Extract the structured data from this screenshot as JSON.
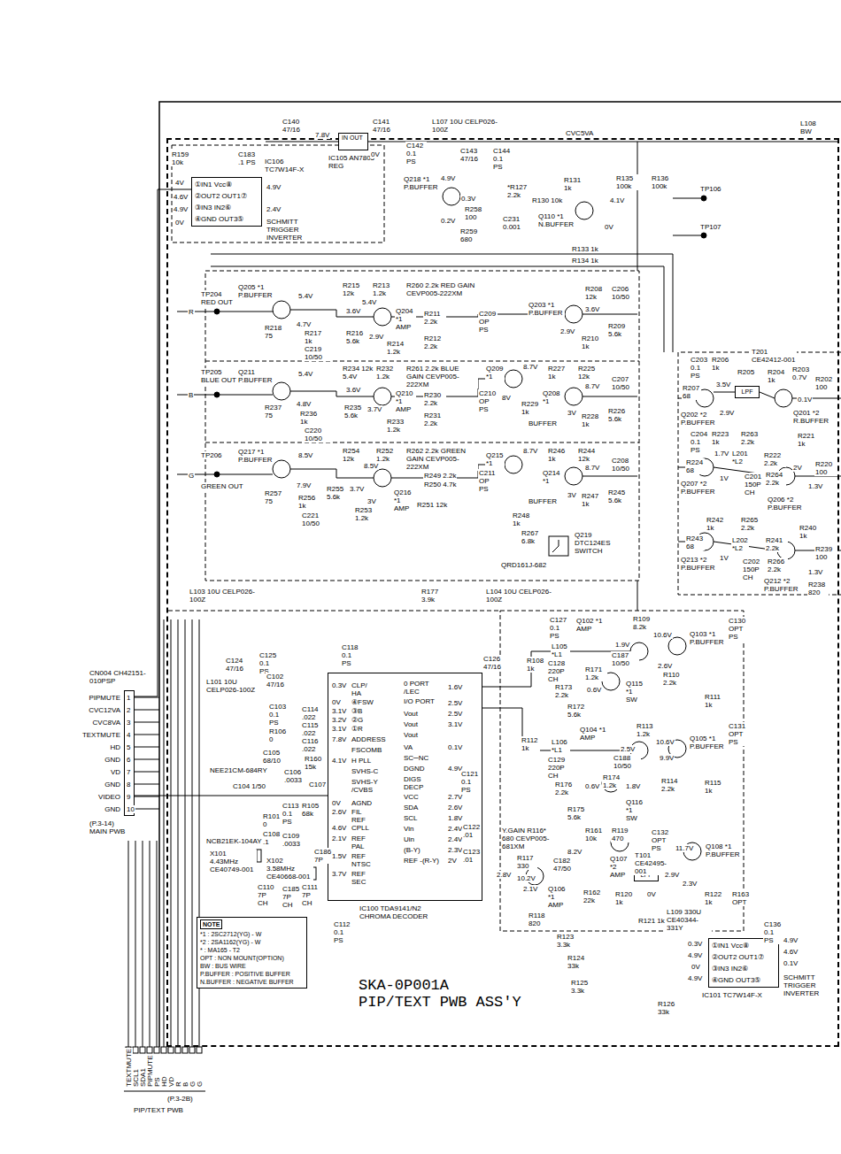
{
  "diagram": {
    "nodes": [
      {
        "text": [
          "SKA-0P001A PIP/TEXT PWB ASS'Y"
        ]
      },
      {
        "text": [
          "IN OUT",
          "IC105 AN7805 REG"
        ],
        "in": 0
      },
      {
        "text": [
          "①IN1 Vcc⑧",
          "②OUT2 OUT1⑦",
          "③IN3 IN2⑥",
          "④GND OUT3⑤",
          "IC106 TC7W14F-X",
          "SCHMITT TRIGGER INVERTER"
        ],
        "in": 0
      },
      {
        "text": [
          "LPF"
        ],
        "in": 0
      },
      {
        "text": [
          "IC100 TDA9141/N2 CHROMA DECODER"
        ],
        "in": 0
      },
      {
        "text": [
          "LPF"
        ],
        "in": 0
      },
      {
        "text": [
          "①IN1 Vcc⑧",
          "②OUT2 OUT1⑦",
          "③IN3 IN2⑥",
          "④GND OUT3⑤",
          "IC101 TC7W14F-X",
          "SCHMITT TRIGGER INVERTER"
        ],
        "in": 0
      },
      {
        "text": [
          "NOTE",
          "*1 : 2SC2712(YG) - W",
          "*2 : 2SA1162(YG) - W",
          "* : MA165 - T2",
          "OPT : NON MOUNT(OPTION)",
          "BW : BUS WIRE",
          "P.BUFFER : POSITIVE BUFFER",
          "N.BUFFER : NEGATIVE BUFFER"
        ],
        "in": 0
      },
      {
        "text": [
          "CN004 CH42151-010PSP"
        ]
      }
    ],
    "edges": [
      {
        "from": 8,
        "to": 2,
        "arrow": "none"
      },
      {
        "from": 8,
        "to": 4,
        "arrow": "none"
      }
    ],
    "labels": [
      "C140 47/16",
      "7.8V",
      "0V",
      "C141 47/16",
      "L107 10U CELP026-100Z",
      "C142 0.1 PS",
      "C143 47/16",
      "C144 0.1 PS",
      "CVC5VA",
      "L108 BW",
      "R159 10k",
      "C183 .1 PS",
      "4V",
      "4.9V",
      "4.6V",
      "4.9V",
      "2.4V",
      "0V",
      "Q218 *1 P.BUFFER",
      "4.9V",
      "0.3V",
      "0.2V",
      "R258 100",
      "R259 680",
      "*R127 2.2k",
      "C231 0.001",
      "R130 10k",
      "R131 1k",
      "R135 100k",
      "R136 100k",
      "Q110 *1 N.BUFFER",
      "4.1V",
      "0V",
      "TP106",
      "TP107",
      "R133 1k",
      "R134 1k",
      "TP204 RED OUT",
      "R",
      "Q205 *1 P.BUFFER",
      "5.4V",
      "4.7V",
      "R215 12k",
      "R213 1.2k",
      "5.4V",
      "R260 2.2k RED GAIN CEVP005-222XM",
      "Q204 *1 AMP",
      "3.6V",
      "R211 2.2k",
      "R218 75",
      "R217 1k",
      "R216 5.6k",
      "2.9V",
      "C219 10/50",
      "R214 1.2k",
      "R212 2.2k",
      "C209 OP PS",
      "Q203 *1 P.BUFFER",
      "R208 12k",
      "3.6V",
      "C206 10/50",
      "2.9V",
      "R209 5.6k",
      "R210 1k",
      "TP205 BLUE OUT",
      "B",
      "Q211 P.BUFFER",
      "5.4V",
      "4.8V",
      "R234 12k 5.4V",
      "R232 1.2k",
      "R261 2.2k BLUE GAIN CEVP005-222XM",
      "Q209 *1",
      "8.7V",
      "R227 1k",
      "R225 12k",
      "3.6V",
      "Q210 *1 AMP",
      "R230 2.2k",
      "R231 2.2k",
      "R237 75",
      "R236 1k",
      "R235 5.6k",
      "3.7V",
      "R233 1.2k",
      "C220 10/50",
      "C210 OP PS",
      "8V",
      "R229 1k",
      "Q208 *1",
      "8.7V",
      "C207 10/50",
      "BUFFER",
      "3V",
      "R228 1k",
      "R226 5.6k",
      "TP206",
      "G",
      "GREEN OUT",
      "Q217 *1 P.BUFFER",
      "8.5V",
      "R254 12k",
      "8.5V",
      "R252 1.2k",
      "R262 2.2k GREEN GAIN CEVP005-222XM",
      "R249 2.2k",
      "R250 4.7k",
      "Q215 *1",
      "8.7V",
      "R246 1k",
      "R244 12k",
      "8.7V",
      "C208 10/50",
      "7.9V",
      "R257 75",
      "R256 1k",
      "R255 5.6k",
      "3.7V",
      "Q216 *1 AMP",
      "3V",
      "R253 1.2k",
      "R251 12k",
      "C211 OP PS",
      "Q214 *1",
      "BUFFER",
      "3V",
      "R247 1k",
      "R245 5.6k",
      "R248 1k",
      "C221 10/50",
      "R267 6.8k",
      "Q219 DTC124ES SWITCH",
      "QRD161J-682",
      "C203 0.1 PS",
      "R206 1k",
      "T201 CE42412-001",
      "R205",
      "R204 1k",
      "R203 0.7V",
      "R202 100",
      "3.5V",
      "R207 68",
      "Q202 *2 P.BUFFER",
      "2.9V",
      "0.1V",
      "Q201 *2 R.BUFFER",
      "C204 0.1 PS",
      "R223 1k",
      "R263 2.2k",
      "R221 1k",
      "R224 68",
      "1.7V",
      "L201 *L2",
      "R222 2.2k",
      "Q207 *2 P.BUFFER",
      "1V",
      "C201 150P CH",
      "R264 2.2k",
      "2V",
      "R220 100",
      "1.3V",
      "Q206 *2 P.BUFFER",
      "R242 1k",
      "R265 2.2k",
      "R240 1k",
      "R243 68",
      "L202 *L2",
      "R241 2.2k",
      "Q213 *2 P.BUFFER",
      "1V",
      "C202 150P CH",
      "R266 2.2k",
      "R239 100",
      "1.3V",
      "Q212 *2 P.BUFFER",
      "R238 820",
      "R177 3.9k",
      "L104 10U CELP026-100Z",
      "L103 10U CELP026-100Z",
      "C124 47/16",
      "C125 0.1 PS",
      "L101 10U CELP026-100Z",
      "C102 47/16",
      "C118 0.1 PS",
      "C126 47/16",
      "C127 0.1 PS",
      "L105 *L1",
      "R108 1k",
      "C128 220P CH",
      "Q102 *1 AMP",
      "R109 8.2k",
      "10.6V",
      "Q103 *1 P.BUFFER",
      "C130 OPT PS",
      "1.9V",
      "C187 10/50",
      "2.6V",
      "R110 2.2k",
      "R173 2.2k",
      "0.6V",
      "R171 1.2k",
      "R172 5.6k",
      "Q115 *1 SW",
      "R111 1k",
      "C131 OPT PS",
      "R112 1k",
      "L106 *L1",
      "C129 220P CH",
      "Q104 *1 AMP",
      "R113 1.2k",
      "2.5V",
      "10.6V",
      "Q105 *1 P.BUFFER",
      "9.9V",
      "C188 10/50",
      "R176 2.2k",
      "0.6V",
      "R174 1.2k",
      "1.8V",
      "R114 2.2k",
      "R115 1k",
      "R175 5.6k",
      "Q116 *1 SW",
      "Y.GAIN R116* 680 CEVP005-681XM",
      "R161 10k",
      "R119 470",
      "C132 OPT PS",
      "11.7V",
      "Q108 *1 P.BUFFER",
      "8.2V",
      "C182 47/50",
      "Q107 *2 AMP",
      "T101 CE42495-001",
      "2.9V",
      "2.3V",
      "2.8V",
      "R117 330",
      "10.2V",
      "Q106 *1 AMP",
      "2.1V",
      "R162 22k",
      "R120 1k",
      "0V",
      "R122 1k",
      "R163 OPT",
      "R118 820",
      "L109 330U CE40344-331Y",
      "R121 1k",
      "C136 0.1 PS",
      "R123 3.3k",
      "R124 33k",
      "R125 3.3k",
      "R126 33k",
      "0.3V",
      "4.9V",
      "0V",
      "4.9V",
      "4.9V",
      "4.6V",
      "0.1V",
      "0.3V",
      "CLP/ HA",
      "0V",
      "④FSW",
      "3.1V",
      "③B",
      "3.2V",
      "②G",
      "3.1V",
      "①R",
      "7.8V",
      "ADDRESS",
      "FSCOMB",
      "4.1V",
      "H PLL",
      "SVHS-C",
      "SVHS-Y /CVBS",
      "0V",
      "AGND",
      "2.6V",
      "FIL REF",
      "4.6V",
      "CPLL",
      "2.1V",
      "REF PAL",
      "1.5V",
      "REF NTSC",
      "3.7V",
      "REF SEC",
      "0 PORT /LEC",
      "1.6V",
      "I/O PORT",
      "2.5V",
      "Vout",
      "2.5V",
      "Vout",
      "3.1V",
      "Vout",
      "VA",
      "0.1V",
      "SC─NC",
      "DGND",
      "4.9V",
      "DIGS DECP",
      "VCC",
      "2.7V",
      "SDA",
      "2.6V",
      "SCL",
      "1.8V",
      "Vin",
      "2.4V",
      "Uin",
      "2.4V",
      "(B-Y)",
      "2.3V",
      "REF -(R-Y)",
      "2V",
      "C121 0.1 PS",
      "C122 .01",
      "C123 .01",
      "C103 0.1 PS",
      "R106 0",
      "C114 .022",
      "C115 .022",
      "C116 .022",
      "C105 68/10",
      "R160 15k",
      "NEE21CM-684RY",
      "C106 .0033",
      "C107",
      "C104 1/50",
      "R105 68k",
      "C113 0.1 PS",
      "R101 0",
      "C108 .1",
      "NCB21EK-104AY",
      "C109 .0033",
      "X101 4.43MHz CE40749-001",
      "X102 3.58MHz CE40668-001",
      "C186 7P",
      "C110 7P CH",
      "C185 7P CH",
      "C111 7P CH",
      "C112 0.1 PS",
      "PIPMUTE",
      "1",
      "CVC12VA",
      "2",
      "CVC8VA",
      "3",
      "TEXTMUTE",
      "4",
      "HD",
      "5",
      "GND",
      "6",
      "VD",
      "7",
      "GND",
      "8",
      "VIDEO",
      "9",
      "GND",
      "10",
      "(P.3-14) MAIN PWB",
      "TEXTMUTE",
      "SCL1",
      "SDA1",
      "PIPMUTE",
      "PS",
      "HD",
      "VD",
      "R",
      "B",
      "G",
      "G",
      "(P.3-2B)",
      "PIP/TEXT PWB"
    ]
  }
}
